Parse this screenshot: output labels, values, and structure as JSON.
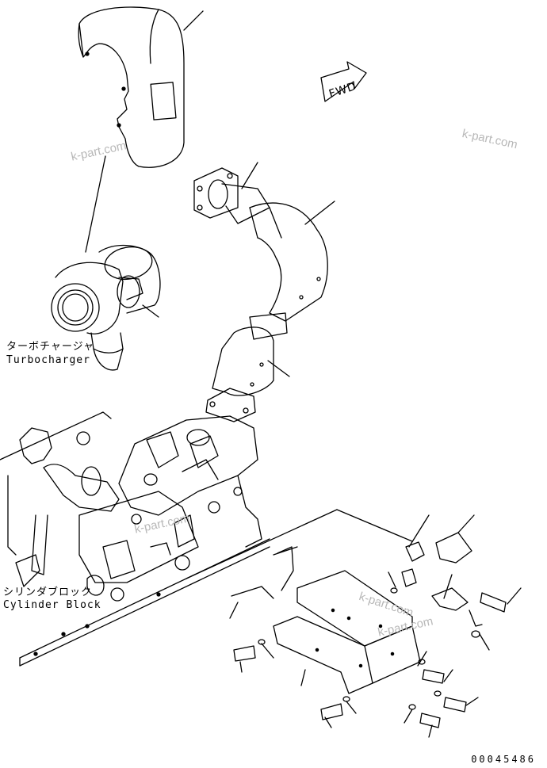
{
  "labels": {
    "turbo_jp": "ターボチャージャ",
    "turbo_en": "Turbocharger",
    "block_jp": "シリンダブロック",
    "block_en": "Cylinder Block"
  },
  "direction": {
    "fwd": "FWD"
  },
  "watermarks": [
    "k-part.com",
    "k-part.com",
    "k-part.com",
    "k-part.com",
    "k-part.com"
  ],
  "figure_number": "00045486"
}
